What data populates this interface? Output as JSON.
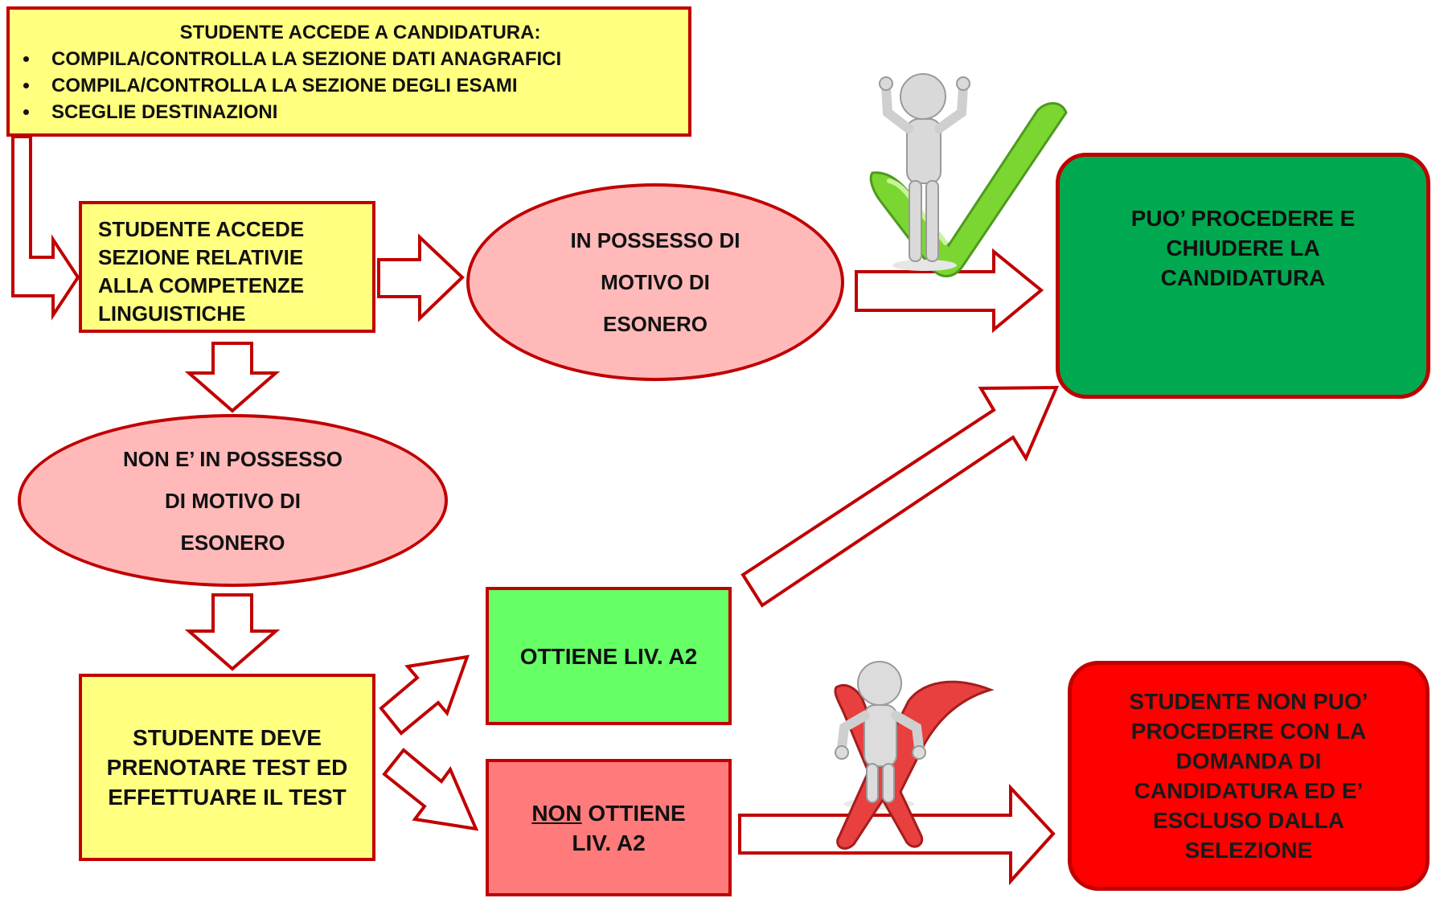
{
  "top_box": {
    "heading": "STUDENTE ACCEDE A CANDIDATURA:",
    "bullets": [
      "COMPILA/CONTROLLA LA SEZIONE DATI ANAGRAFICI",
      "COMPILA/CONTROLLA LA SEZIONE DEGLI ESAMI",
      "SCEGLIE DESTINAZIONI"
    ]
  },
  "box_competenze": {
    "lines": [
      "STUDENTE ACCEDE",
      "SEZIONE RELATIVIE",
      "ALLA COMPETENZE",
      "LINGUISTICHE"
    ]
  },
  "ellipse_esonero": {
    "lines": [
      "IN POSSESSO DI",
      "MOTIVO DI",
      "ESONERO"
    ]
  },
  "ellipse_non_esonero": {
    "lines": [
      "NON E’ IN POSSESSO",
      "DI MOTIVO DI",
      "ESONERO"
    ]
  },
  "box_test": {
    "lines": [
      "STUDENTE DEVE",
      "PRENOTARE TEST ED",
      "EFFETTUARE IL TEST"
    ]
  },
  "box_ottiene": {
    "text": "OTTIENE LIV. A2"
  },
  "box_non_ottiene": {
    "line1_underlined": "NON",
    "line1_rest": " OTTIENE",
    "line2": "LIV. A2"
  },
  "result_ok": {
    "lines": [
      "PUO’ PROCEDERE E",
      "CHIUDERE LA",
      "CANDIDATURA"
    ]
  },
  "result_ko": {
    "lines": [
      "STUDENTE NON PUO’",
      "PROCEDERE  CON LA",
      "DOMANDA DI",
      "CANDIDATURA ED E’",
      "ESCLUSO DALLA",
      "SELEZIONE"
    ]
  },
  "illustrations": {
    "thumbs_up": "person-thumbs-up-green-check",
    "thumbs_down": "person-thumbs-down-red-x"
  },
  "colors": {
    "border": "#c00000",
    "yellow": "#ffff80",
    "ellipse": "#ffb9b9",
    "green_box": "#66ff66",
    "pink_box": "#ff7b7b",
    "result_green": "#00a94f",
    "result_red": "#ff0000"
  }
}
